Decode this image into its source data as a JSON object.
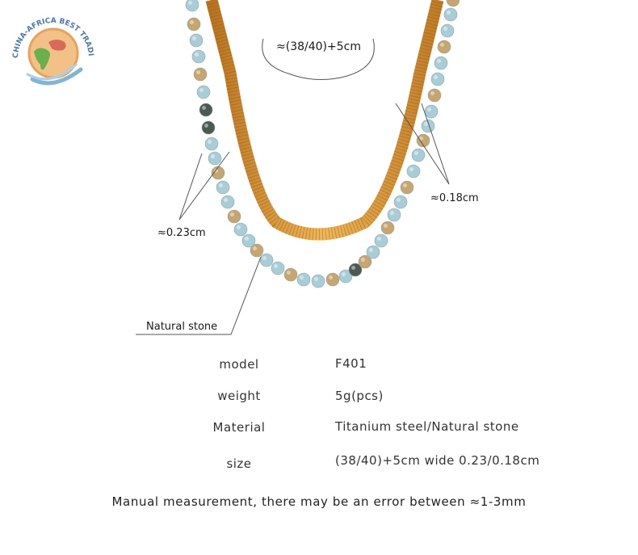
{
  "logo": {
    "text": "CHINA-AFRICA BEST TRADING PLATFORM"
  },
  "callouts": {
    "length": "≈(38/40)+5cm",
    "chain_width": "≈0.18cm",
    "bead_width": "≈0.23cm",
    "material": "Natural stone"
  },
  "specs": [
    {
      "label": "model",
      "value": "F401"
    },
    {
      "label": "weight",
      "value": "5g(pcs)"
    },
    {
      "label": "Material",
      "value": "Titanium steel/Natural stone"
    },
    {
      "label": "size",
      "value": "(38/40)+5cm wide 0.23/0.18cm"
    }
  ],
  "note": "Manual measurement, there may be an error between ≈1-3mm",
  "colors": {
    "gold": "#d99a3a",
    "gold_dark": "#b87420",
    "bead_blue": "#a9cdd6",
    "bead_tan": "#c7a56e",
    "bead_dark": "#4c5a52"
  }
}
